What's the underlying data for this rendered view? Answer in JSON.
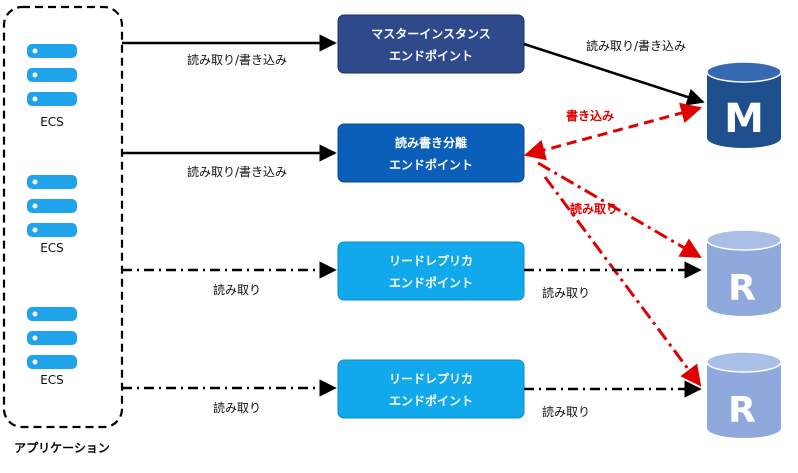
{
  "application": {
    "label": "アプリケーション"
  },
  "ecs": [
    {
      "label": "ECS"
    },
    {
      "label": "ECS"
    },
    {
      "label": "ECS"
    }
  ],
  "endpoints": {
    "master": {
      "line1": "マスターインスタンス",
      "line2": "エンドポイント"
    },
    "rw_split": {
      "line1": "読み書き分離",
      "line2": "エンドポイント"
    },
    "read_replica_1": {
      "line1": "リードレプリカ",
      "line2": "エンドポイント"
    },
    "read_replica_2": {
      "line1": "リードレプリカ",
      "line2": "エンドポイント"
    }
  },
  "databases": {
    "master": {
      "letter": "M"
    },
    "replica_1": {
      "letter": "R"
    },
    "replica_2": {
      "letter": "R"
    }
  },
  "labels": {
    "app_to_master": "読み取り/書き込み",
    "app_to_rw": "読み取り/書き込み",
    "master_to_db": "読み取り/書き込み",
    "rw_write": "書き込み",
    "rw_read": "読み取り",
    "app_to_replica_1": "読み取り",
    "replica_1_to_db": "読み取り",
    "app_to_replica_2": "読み取り",
    "replica_2_to_db": "読み取り"
  },
  "colors": {
    "master_box": "#2f4a8a",
    "rw_box": "#0b5fb8",
    "replica_box": "#11a8ec",
    "master_db": "#1f4e8c",
    "replica_db": "#8fa9dc",
    "server_icon": "#1fa3ea",
    "red_arrow": "#e00000"
  }
}
